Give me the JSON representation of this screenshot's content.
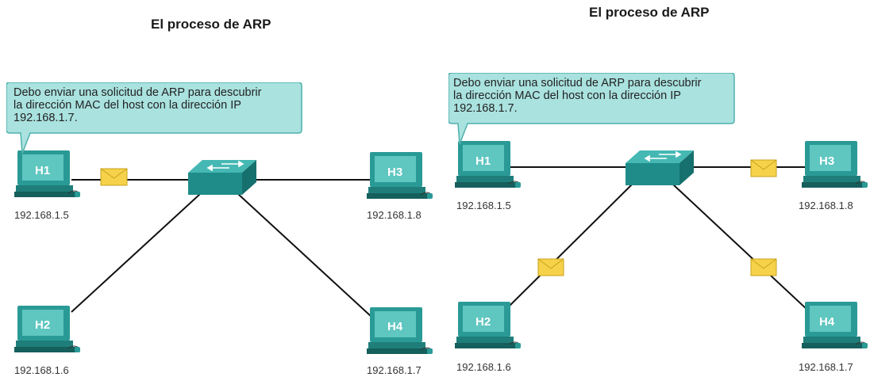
{
  "panels": [
    {
      "title": "El proceso de ARP",
      "bubble_text": "Debo enviar una solicitud de ARP para descubrir la dirección MAC del host con la dirección IP 192.168.1.7.",
      "bubble_lines": [
        "Debo enviar una solicitud de ARP para descubrir",
        "la dirección MAC del host con la dirección IP",
        "192.168.1.7."
      ],
      "hosts": [
        {
          "label": "H1",
          "ip": "192.168.1.5"
        },
        {
          "label": "H2",
          "ip": "192.168.1.6"
        },
        {
          "label": "H3",
          "ip": "192.168.1.8"
        },
        {
          "label": "H4",
          "ip": "192.168.1.7"
        }
      ],
      "messages_on_links": [
        "H1-switch"
      ]
    },
    {
      "title": "El proceso de ARP",
      "bubble_text": "Debo enviar una solicitud de ARP para descubrir la dirección MAC del host con la dirección IP 192.168.1.7.",
      "bubble_lines": [
        "Debo enviar una solicitud de ARP para descubrir",
        "la dirección MAC del host con la dirección IP",
        "192.168.1.7."
      ],
      "hosts": [
        {
          "label": "H1",
          "ip": "192.168.1.5"
        },
        {
          "label": "H2",
          "ip": "192.168.1.6"
        },
        {
          "label": "H3",
          "ip": "192.168.1.8"
        },
        {
          "label": "H4",
          "ip": "192.168.1.7"
        }
      ],
      "messages_on_links": [
        "switch-H3",
        "switch-H2",
        "switch-H4"
      ]
    }
  ],
  "colors": {
    "host_teal": "#2a9a96",
    "screen": "#5fc6c0",
    "switch_teal": "#1f8c89",
    "bubble_fill": "#a9e2df",
    "envelope": "#f5d24a",
    "link": "#111111"
  },
  "icons": {
    "host": "computer-icon",
    "switch": "switch-icon",
    "message": "envelope-icon"
  }
}
